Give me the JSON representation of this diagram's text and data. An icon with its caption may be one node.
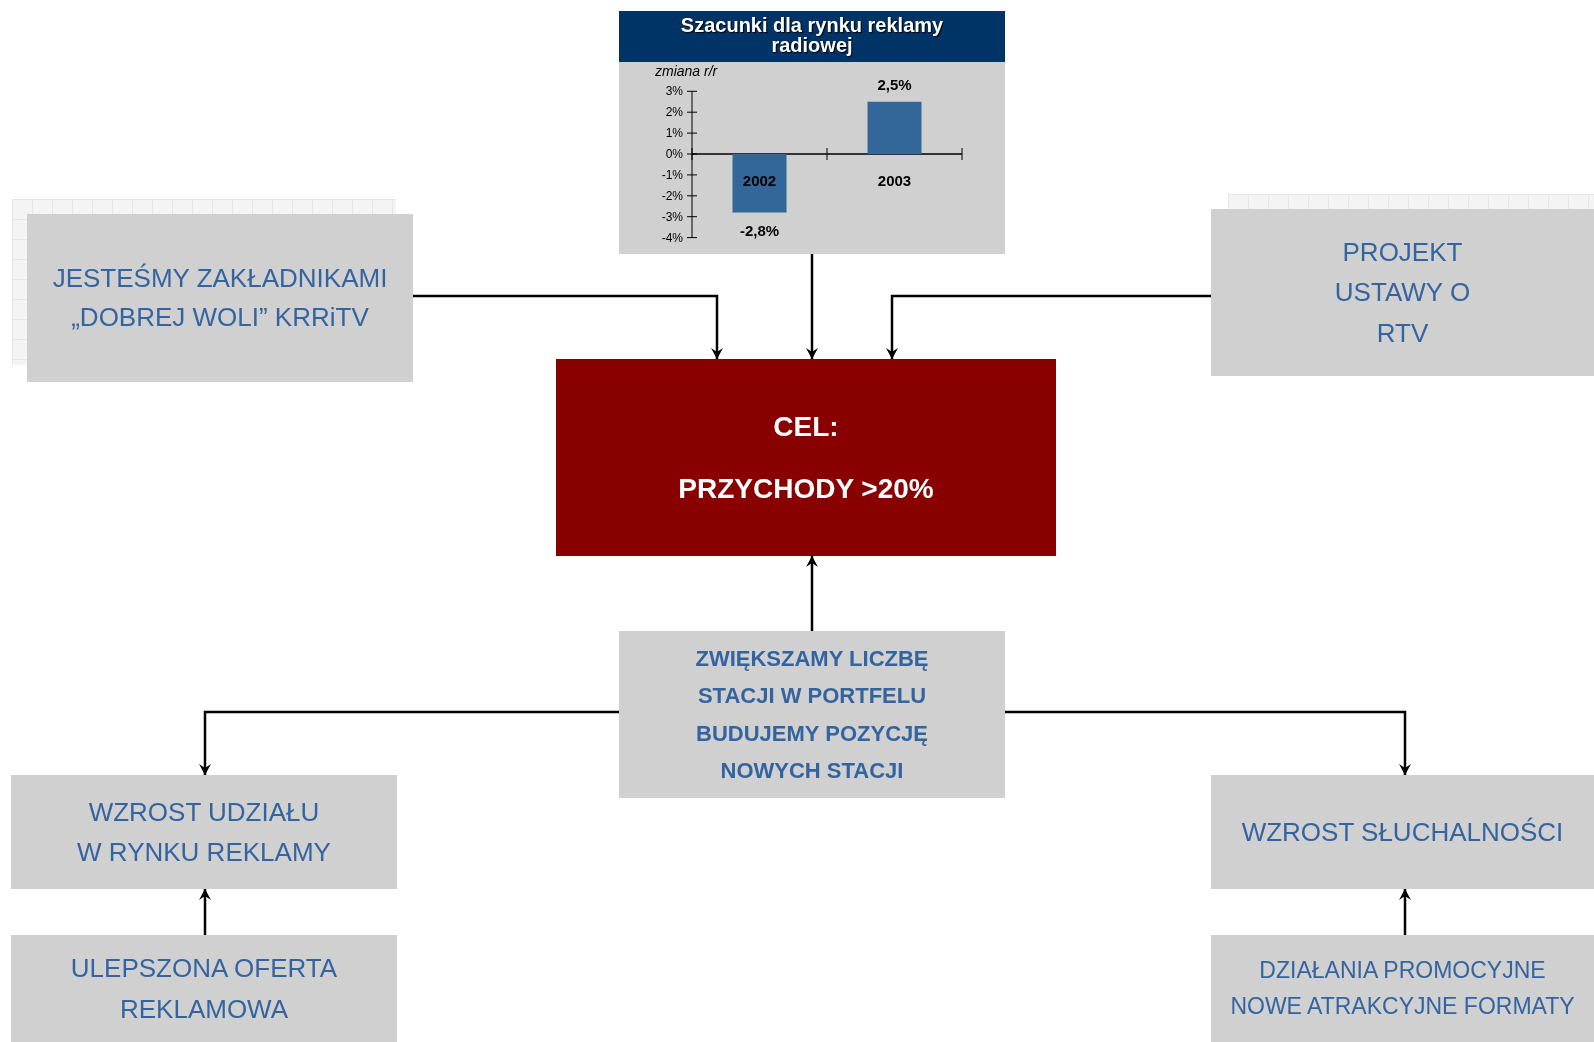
{
  "diagram": {
    "nodes": [
      {
        "text": [
          "Szacunki dla rynku reklamy radiowej"
        ]
      },
      {
        "text": [
          "JESTEŚMY ZAKŁADNIKAMI „DOBREJ WOLI” KRRiTV"
        ]
      },
      {
        "text": [
          "PROJEKT USTAWY O RTV"
        ]
      },
      {
        "text": [
          "CEL:",
          "PRZYCHODY >20%"
        ]
      },
      {
        "text": [
          "ZWIĘKSZAMY LICZBĘ STACJI W PORTFELU",
          "BUDUJEMY POZYCJĘ NOWYCH STACJI"
        ]
      },
      {
        "text": [
          "WZROST UDZIAŁU W RYNKU REKLAMY"
        ]
      },
      {
        "text": [
          "WZROST SŁUCHALNOŚCI"
        ]
      },
      {
        "text": [
          "ULEPSZONA OFERTA REKLAMOWA"
        ]
      },
      {
        "text": [
          "DZIAŁANIA PROMOCYJNE",
          "NOWE ATRAKCYJNE FORMATY"
        ]
      }
    ],
    "edges": [
      {
        "from": 1,
        "to": 3,
        "arrow": "to"
      },
      {
        "from": 0,
        "to": 3,
        "arrow": "to"
      },
      {
        "from": 2,
        "to": 3,
        "arrow": "to"
      },
      {
        "from": 4,
        "to": 3,
        "arrow": "to"
      },
      {
        "from": 4,
        "to": 5,
        "arrow": "to"
      },
      {
        "from": 4,
        "to": 6,
        "arrow": "to"
      },
      {
        "from": 7,
        "to": 5,
        "arrow": "to"
      },
      {
        "from": 8,
        "to": 6,
        "arrow": "to"
      }
    ],
    "chart_data": {
      "type": "bar",
      "ylabel": "zmiana r/r",
      "categories": [
        "2002",
        "2003"
      ],
      "series": [
        {
          "color": "#336699",
          "values": [
            -2.8,
            2.5
          ]
        }
      ],
      "ylim": [
        -4,
        3
      ],
      "yticks": [
        {
          "value": 3,
          "label": "3%"
        },
        {
          "value": 2,
          "label": "2%"
        },
        {
          "value": 1,
          "label": "1%"
        },
        {
          "value": 0,
          "label": "0%"
        },
        {
          "value": -1,
          "label": "-1%"
        },
        {
          "value": -2,
          "label": "-2%"
        },
        {
          "value": -3,
          "label": "-3%"
        },
        {
          "value": -4,
          "label": "-4%"
        }
      ],
      "value_labels": [
        "-2,8%",
        "2,5%"
      ]
    }
  }
}
